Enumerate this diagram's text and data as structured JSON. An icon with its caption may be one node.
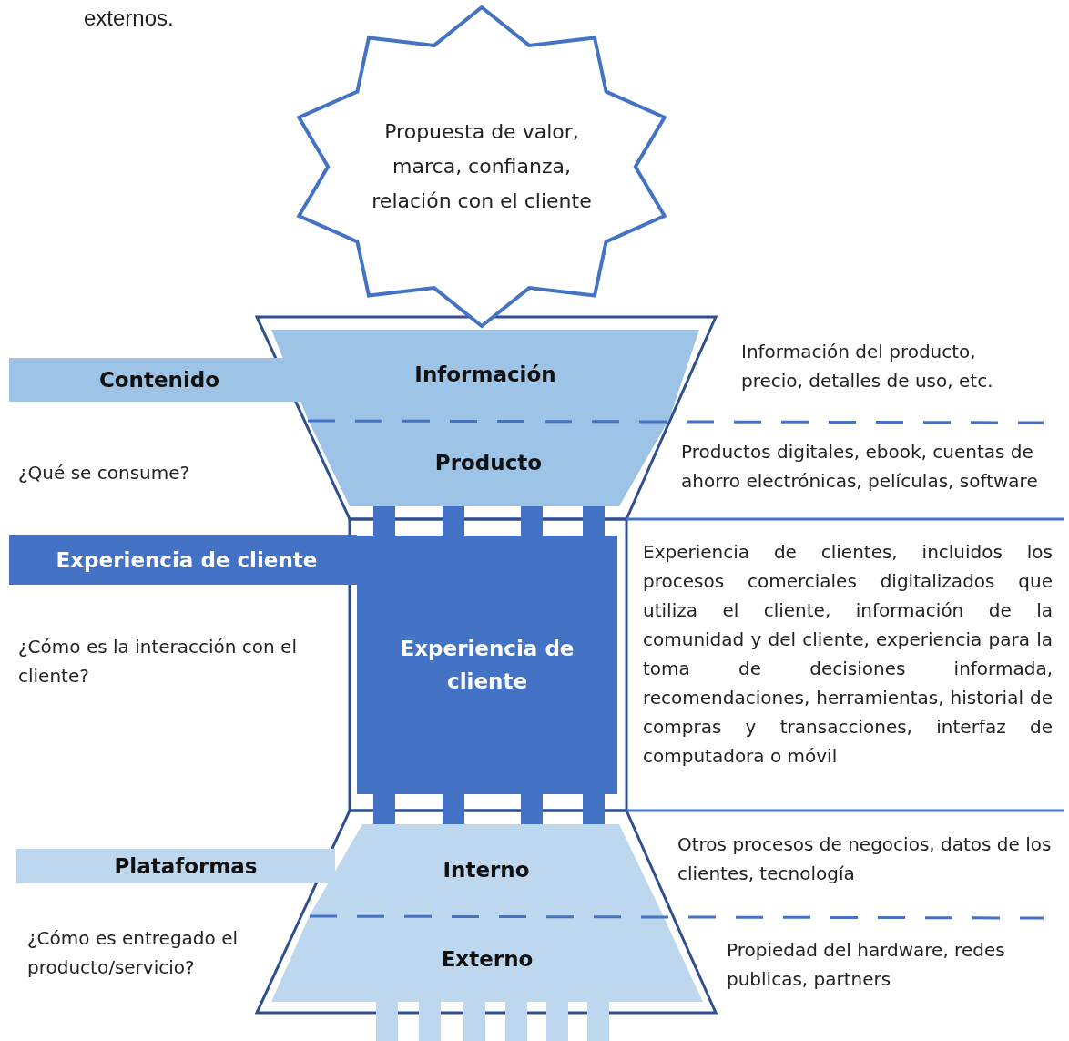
{
  "diagram": {
    "nodes": [
      {
        "text": [
          "Propuesta de valor, marca, confianza, relación con el cliente"
        ]
      },
      {
        "text": [
          "Contenido"
        ]
      },
      {
        "text": [
          "Información"
        ]
      },
      {
        "text": [
          "Producto"
        ]
      },
      {
        "text": [
          "Experiencia de cliente"
        ]
      },
      {
        "text": [
          "Experiencia de cliente"
        ]
      },
      {
        "text": [
          "Plataformas"
        ]
      },
      {
        "text": [
          "Interno"
        ]
      },
      {
        "text": [
          "Externo"
        ]
      }
    ],
    "labels": [
      "externos.",
      "Información del producto, precio, detalles de uso, etc.",
      "¿Qué se consume?",
      "Productos digitales, ebook, cuentas de ahorro electrónicas, películas, software",
      "¿Cómo es la interacción con el cliente?",
      "Experiencia de clientes, incluidos los procesos comerciales digitalizados que utiliza el cliente, información de la comunidad y del cliente, experiencia para la toma de decisiones informada, recomendaciones, herramientas, historial de compras y transacciones, interfaz de computadora o móvil",
      "Otros procesos de negocios, datos de los clientes, tecnología",
      "¿Cómo es entregado el producto/servicio?",
      "Propiedad del hardware, redes publicas, partners"
    ]
  }
}
